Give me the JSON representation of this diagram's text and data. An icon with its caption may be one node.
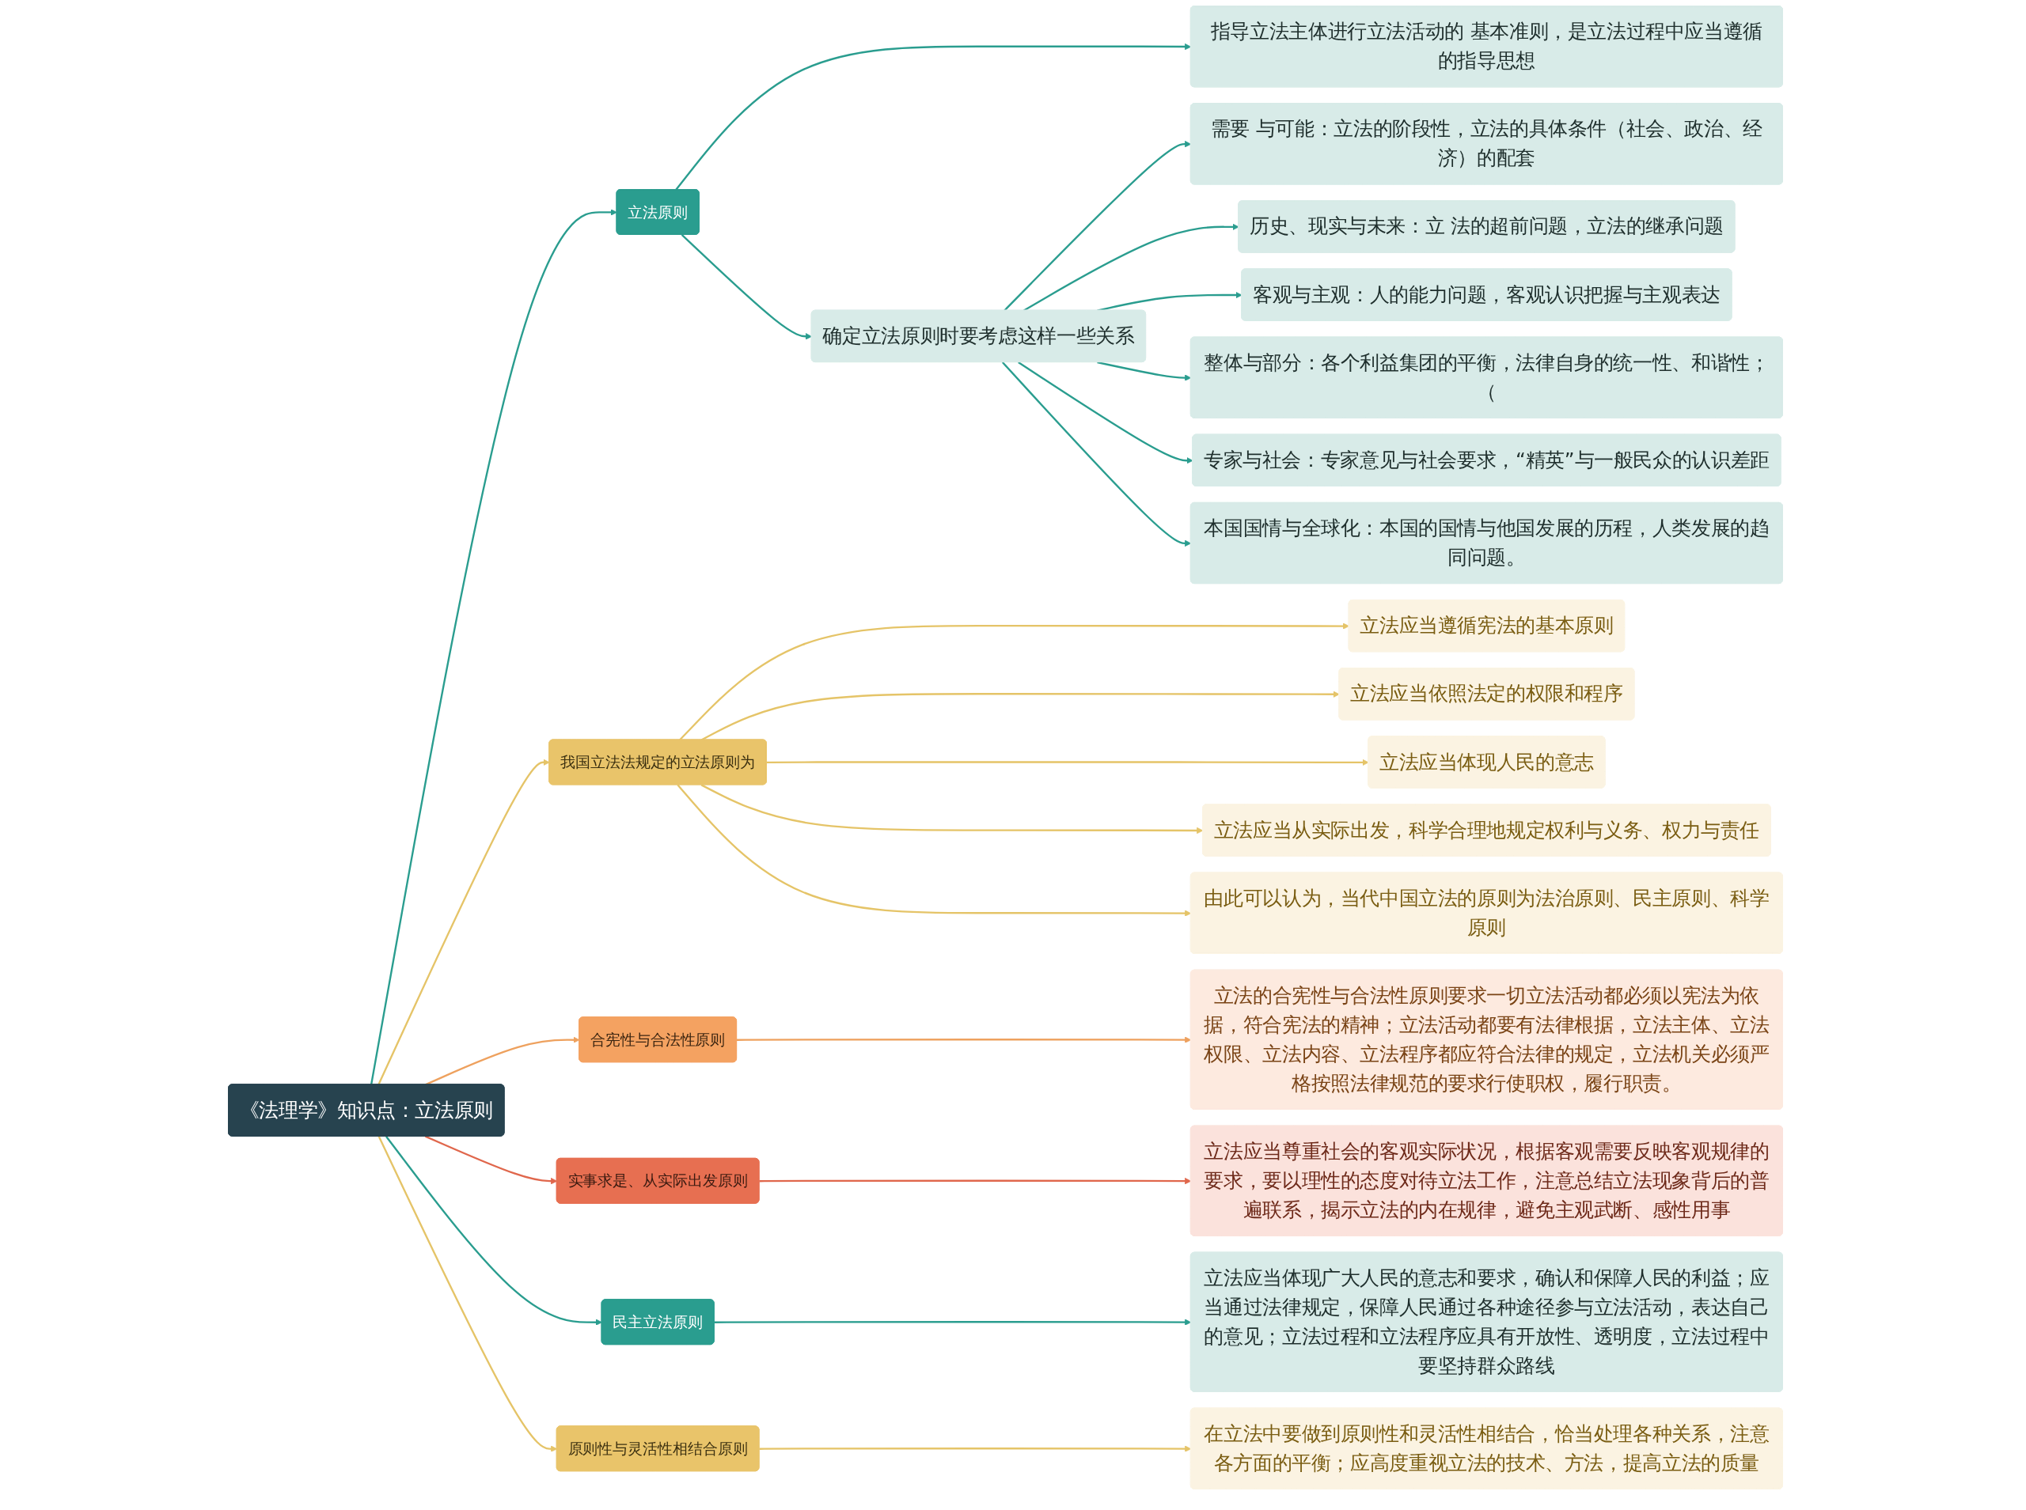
{
  "diagram": {
    "nodes": [
      {
        "text": [
          "《法理学》知识点：立法原则"
        ]
      },
      {
        "text": [
          "立法原则"
        ]
      },
      {
        "text": [
          "指导立法主体进行立法活动的 基本准则，是立法过程中应当遵循的指导思想"
        ]
      },
      {
        "text": [
          "确定立法原则时要考虑这样一些关系"
        ]
      },
      {
        "text": [
          "需要 与可能：立法的阶段性，立法的具体条件（社会、政治、经济）的配套"
        ]
      },
      {
        "text": [
          "历史、现实与未来：立 法的超前问题，立法的继承问题"
        ]
      },
      {
        "text": [
          "客观与主观：人的能力问题，客观认识把握与主观表达"
        ]
      },
      {
        "text": [
          "整体与部分：各个利益集团的平衡，法律自身的统一性、和谐性；（"
        ]
      },
      {
        "text": [
          "专家与社会：专家意见与社会要求，“精英”与一般民众的认识差距"
        ]
      },
      {
        "text": [
          "本国国情与全球化：本国的国情与他国发展的历程，人类发展的趋同问题。"
        ]
      },
      {
        "text": [
          "我国立法法规定的立法原则为"
        ]
      },
      {
        "text": [
          "立法应当遵循宪法的基本原则"
        ]
      },
      {
        "text": [
          "立法应当依照法定的权限和程序"
        ]
      },
      {
        "text": [
          "立法应当体现人民的意志"
        ]
      },
      {
        "text": [
          "立法应当从实际出发，科学合理地规定权利与义务、权力与责任"
        ]
      },
      {
        "text": [
          "由此可以认为，当代中国立法的原则为法治原则、民主原则、科学原则"
        ]
      },
      {
        "text": [
          "合宪性与合法性原则"
        ]
      },
      {
        "text": [
          "立法的合宪性与合法性原则要求一切立法活动都必须以宪法为依据，符合宪法的精神；立法活动都要有法律根据，立法主体、立法权限、立法内容、立法程序都应符合法律的规定，立法机关必须严格按照法律规范的要求行使职权，履行职责。"
        ]
      },
      {
        "text": [
          "实事求是、从实际出发原则"
        ]
      },
      {
        "text": [
          "立法应当尊重社会的客观实际状况，根据客观需要反映客观规律的要求，要以理性的态度对待立法工作，注意总结立法现象背后的普遍联系，揭示立法的内在规律，避免主观武断、感性用事"
        ]
      },
      {
        "text": [
          "民主立法原则"
        ]
      },
      {
        "text": [
          "立法应当体现广大人民的意志和要求，确认和保障人民的利益；应当通过法律规定，保障人民通过各种途径参与立法活动，表达自己的意见；立法过程和立法程序应具有开放性、透明度，立法过程中要坚持群众路线"
        ]
      },
      {
        "text": [
          "原则性与灵活性相结合原则"
        ]
      },
      {
        "text": [
          "在立法中要做到原则性和灵活性相结合，恰当处理各种关系，注意各方面的平衡；应高度重视立法的技术、方法，提高立法的质量"
        ]
      }
    ],
    "edges": [
      {
        "from": 0,
        "to": 1,
        "arrow": "to"
      },
      {
        "from": 1,
        "to": 2,
        "arrow": "to"
      },
      {
        "from": 1,
        "to": 3,
        "arrow": "to"
      },
      {
        "from": 3,
        "to": 4,
        "arrow": "to"
      },
      {
        "from": 3,
        "to": 5,
        "arrow": "to"
      },
      {
        "from": 3,
        "to": 6,
        "arrow": "to"
      },
      {
        "from": 3,
        "to": 7,
        "arrow": "to"
      },
      {
        "from": 3,
        "to": 8,
        "arrow": "to"
      },
      {
        "from": 3,
        "to": 9,
        "arrow": "to"
      },
      {
        "from": 0,
        "to": 10,
        "arrow": "to",
        "color": "#e5c468"
      },
      {
        "from": 10,
        "to": 11,
        "arrow": "to",
        "color": "#e5c468"
      },
      {
        "from": 10,
        "to": 12,
        "arrow": "to",
        "color": "#e5c468"
      },
      {
        "from": 10,
        "to": 13,
        "arrow": "to",
        "color": "#e5c468"
      },
      {
        "from": 10,
        "to": 14,
        "arrow": "to",
        "color": "#e5c468"
      },
      {
        "from": 10,
        "to": 15,
        "arrow": "to",
        "color": "#e5c468"
      },
      {
        "from": 0,
        "to": 16,
        "arrow": "to",
        "color": "#eea15e"
      },
      {
        "from": 16,
        "to": 17,
        "arrow": "to",
        "color": "#eea15e"
      },
      {
        "from": 0,
        "to": 18,
        "arrow": "to",
        "color": "#e0674c"
      },
      {
        "from": 18,
        "to": 19,
        "arrow": "to",
        "color": "#e0674c"
      },
      {
        "from": 0,
        "to": 20,
        "arrow": "to"
      },
      {
        "from": 20,
        "to": 21,
        "arrow": "to"
      },
      {
        "from": 0,
        "to": 22,
        "arrow": "to",
        "color": "#e5c468"
      },
      {
        "from": 22,
        "to": 23,
        "arrow": "to",
        "color": "#e5c468"
      }
    ]
  }
}
